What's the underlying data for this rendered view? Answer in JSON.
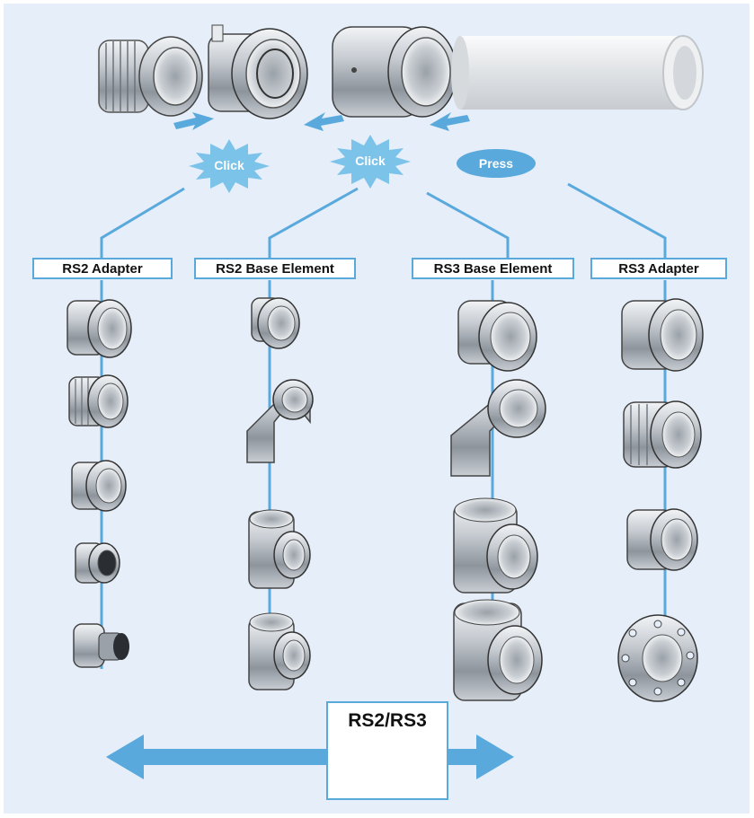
{
  "actions": {
    "click_left": "Click",
    "click_right": "Click",
    "press": "Press"
  },
  "columns": [
    {
      "label": "RS2 Adapter"
    },
    {
      "label": "RS2 Base Element"
    },
    {
      "label": "RS3 Base Element"
    },
    {
      "label": "RS3 Adapter"
    }
  ],
  "coupling": {
    "label": "RS2/RS3"
  },
  "colors": {
    "background": "#e5eef9",
    "accent": "#5aa9dd",
    "burst": "#7cc3ea",
    "part_gray": "#b8bec6"
  }
}
